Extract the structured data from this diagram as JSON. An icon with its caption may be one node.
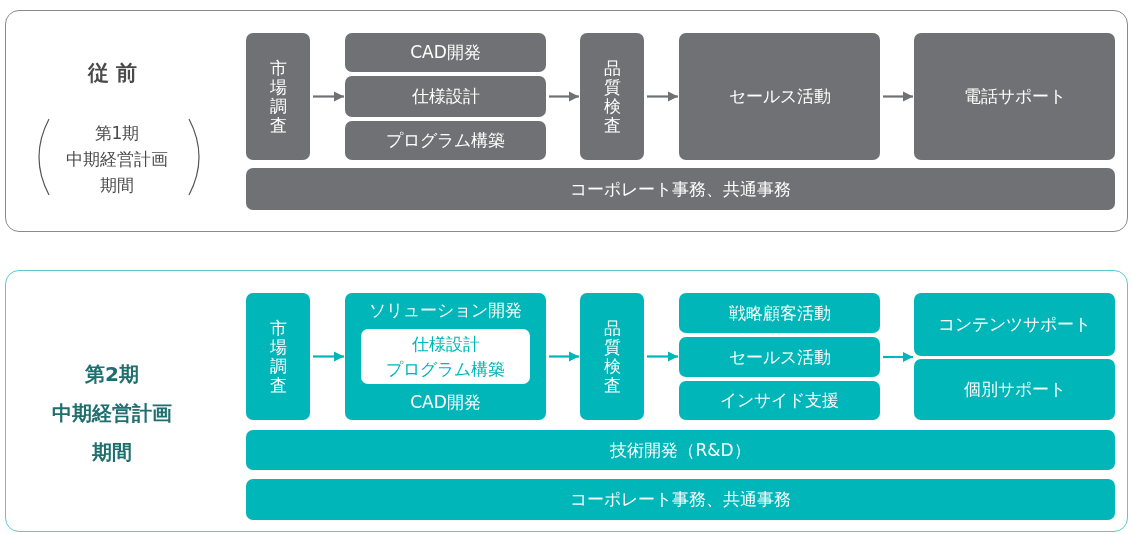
{
  "diagram": {
    "nodes": [
      {
        "text": [
          "従 前",
          "第1期",
          "中期経営計画",
          "期間"
        ]
      },
      {
        "text": [
          "市場調査"
        ],
        "in": 0
      },
      {
        "text": [
          "CAD開発"
        ],
        "in": 0
      },
      {
        "text": [
          "仕様設計"
        ],
        "in": 0
      },
      {
        "text": [
          "プログラム構築"
        ],
        "in": 0
      },
      {
        "text": [
          "品質検査"
        ],
        "in": 0
      },
      {
        "text": [
          "セールス活動"
        ],
        "in": 0
      },
      {
        "text": [
          "電話サポート"
        ],
        "in": 0
      },
      {
        "text": [
          "コーポレート事務、共通事務"
        ],
        "in": 0
      },
      {
        "text": [
          "第2期",
          "中期経営計画",
          "期間"
        ]
      },
      {
        "text": [
          "市場調査"
        ],
        "in": 9
      },
      {
        "text": [
          "ソリューション開発",
          "CAD開発"
        ],
        "in": 9
      },
      {
        "text": [
          "仕様設計",
          "プログラム構築"
        ],
        "in": 11
      },
      {
        "text": [
          "品質検査"
        ],
        "in": 9
      },
      {
        "text": [
          "戦略顧客活動"
        ],
        "in": 9
      },
      {
        "text": [
          "セールス活動"
        ],
        "in": 9
      },
      {
        "text": [
          "インサイド支援"
        ],
        "in": 9
      },
      {
        "text": [
          "コンテンツサポート"
        ],
        "in": 9
      },
      {
        "text": [
          "個別サポート"
        ],
        "in": 9
      },
      {
        "text": [
          "技術開発（R&D）"
        ],
        "in": 9
      },
      {
        "text": [
          "コーポレート事務、共通事務"
        ],
        "in": 9
      }
    ],
    "edges": [
      {
        "from": 1,
        "to": 3,
        "arrow": "to",
        "color": "#707175"
      },
      {
        "from": 3,
        "to": 5,
        "arrow": "to",
        "color": "#707175"
      },
      {
        "from": 5,
        "to": 6,
        "arrow": "to",
        "color": "#707175"
      },
      {
        "from": 6,
        "to": 7,
        "arrow": "to",
        "color": "#707175"
      },
      {
        "from": 10,
        "to": 11,
        "arrow": "to"
      },
      {
        "from": 11,
        "to": 13,
        "arrow": "to"
      },
      {
        "from": 13,
        "to": 15,
        "arrow": "to"
      },
      {
        "from": 15,
        "to": 17,
        "arrow": "to"
      },
      {
        "from": 15,
        "to": 18,
        "arrow": "to"
      }
    ]
  }
}
